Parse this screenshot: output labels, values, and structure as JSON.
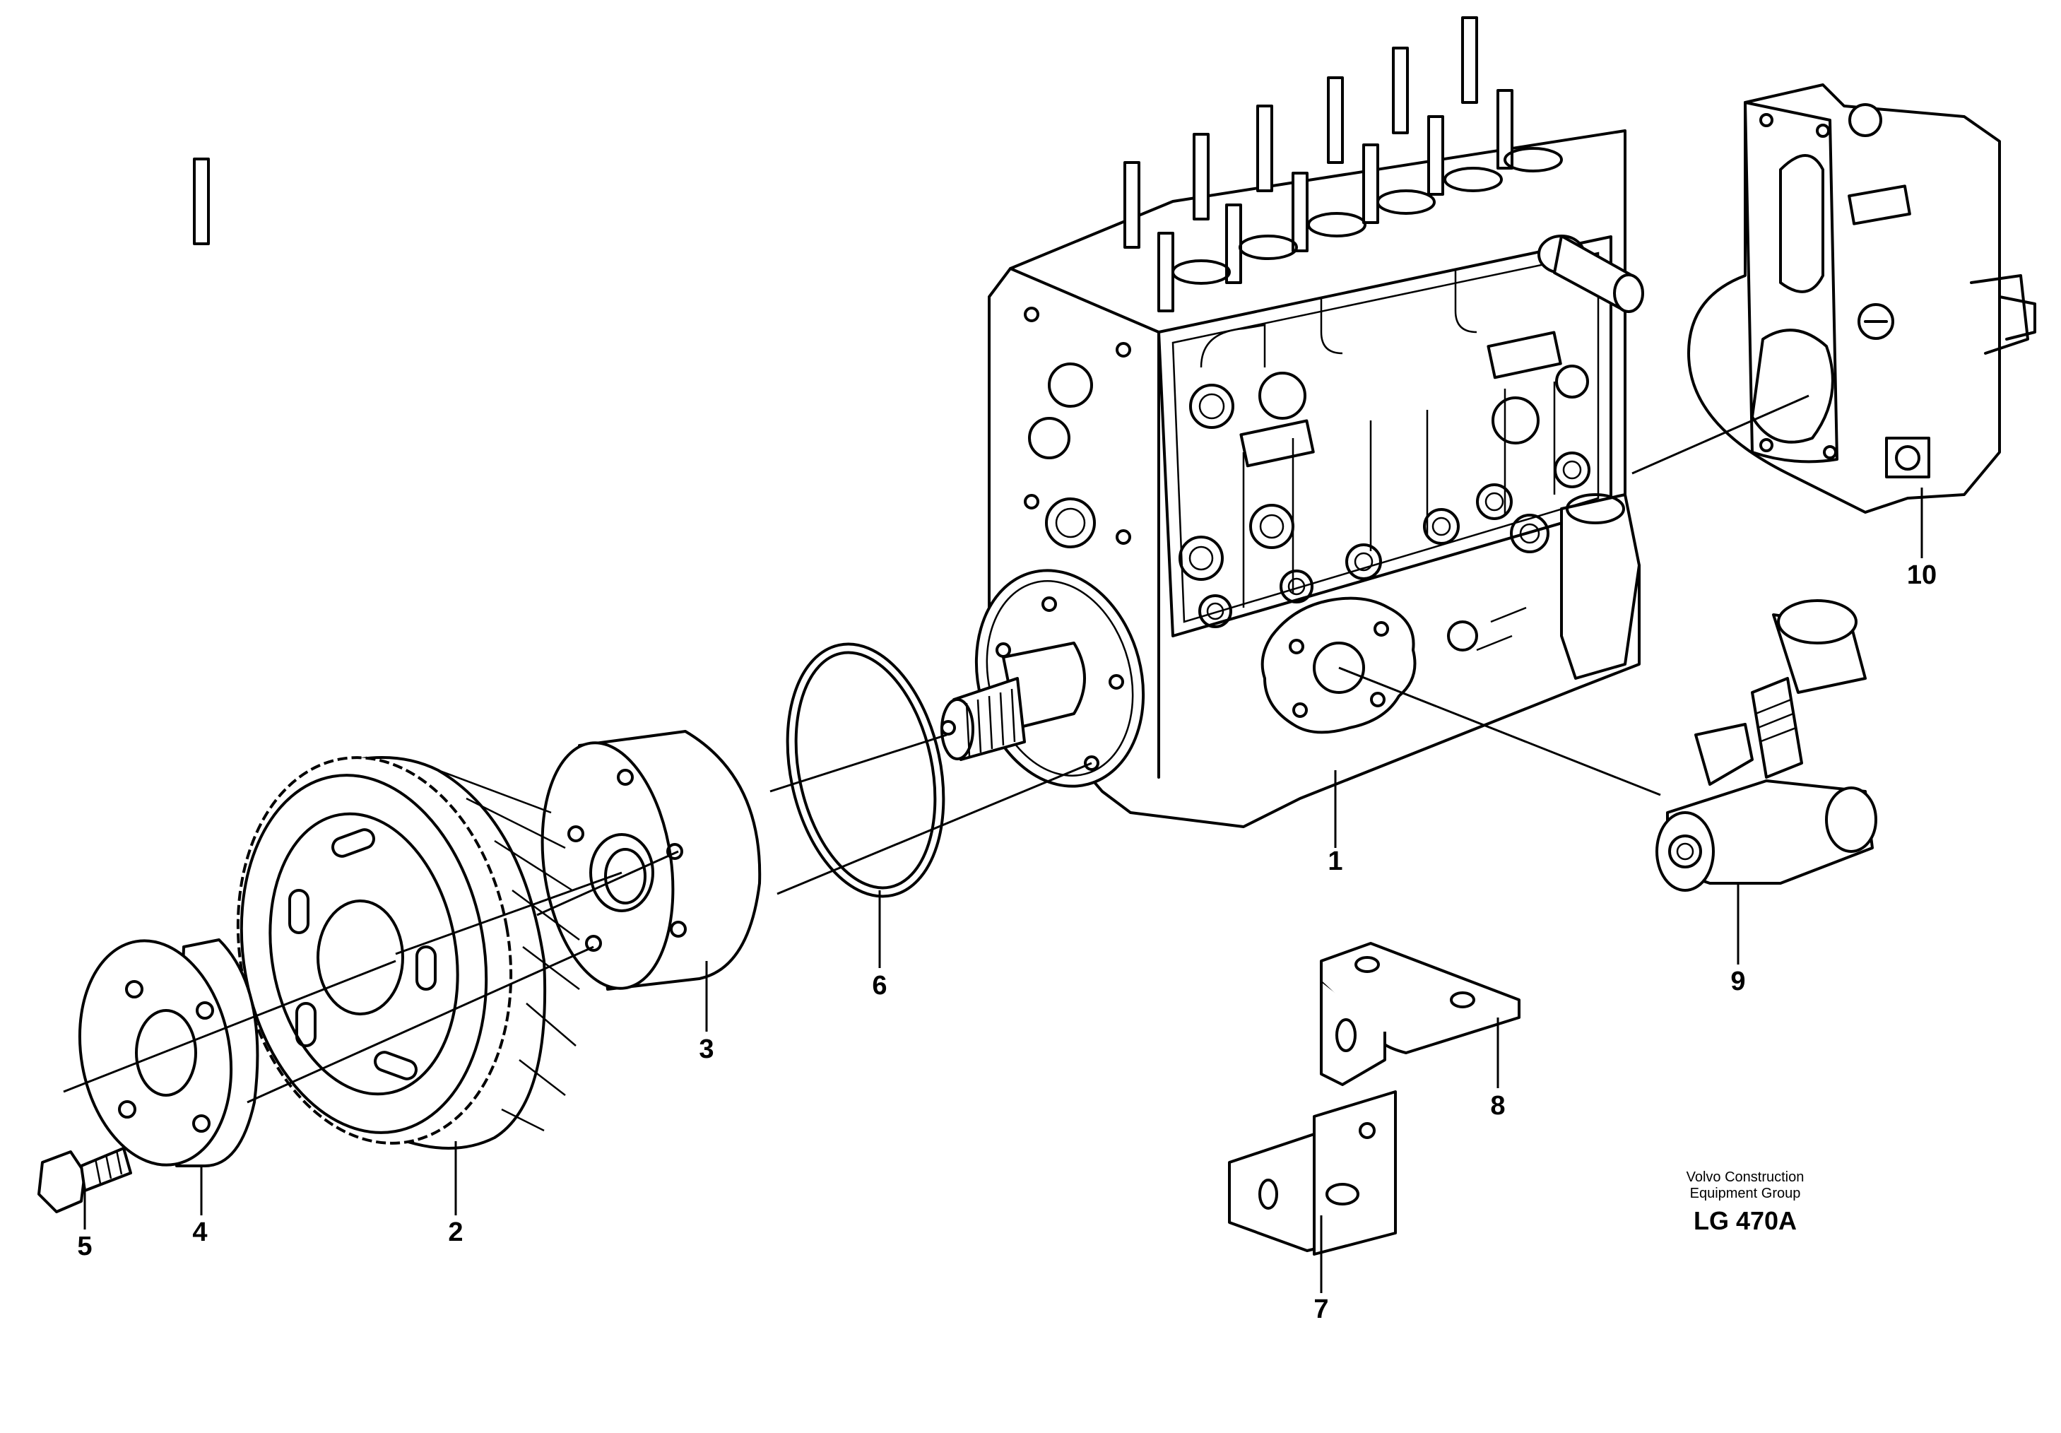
{
  "diagram": {
    "callouts": [
      {
        "id": "1",
        "label": "1"
      },
      {
        "id": "2",
        "label": "2"
      },
      {
        "id": "3",
        "label": "3"
      },
      {
        "id": "4",
        "label": "4"
      },
      {
        "id": "5",
        "label": "5"
      },
      {
        "id": "6",
        "label": "6"
      },
      {
        "id": "7",
        "label": "7"
      },
      {
        "id": "8",
        "label": "8"
      },
      {
        "id": "9",
        "label": "9"
      },
      {
        "id": "10",
        "label": "10"
      }
    ],
    "caption": {
      "line1": "Volvo Construction",
      "line2": "Equipment Group",
      "code": "LG 470A"
    }
  }
}
